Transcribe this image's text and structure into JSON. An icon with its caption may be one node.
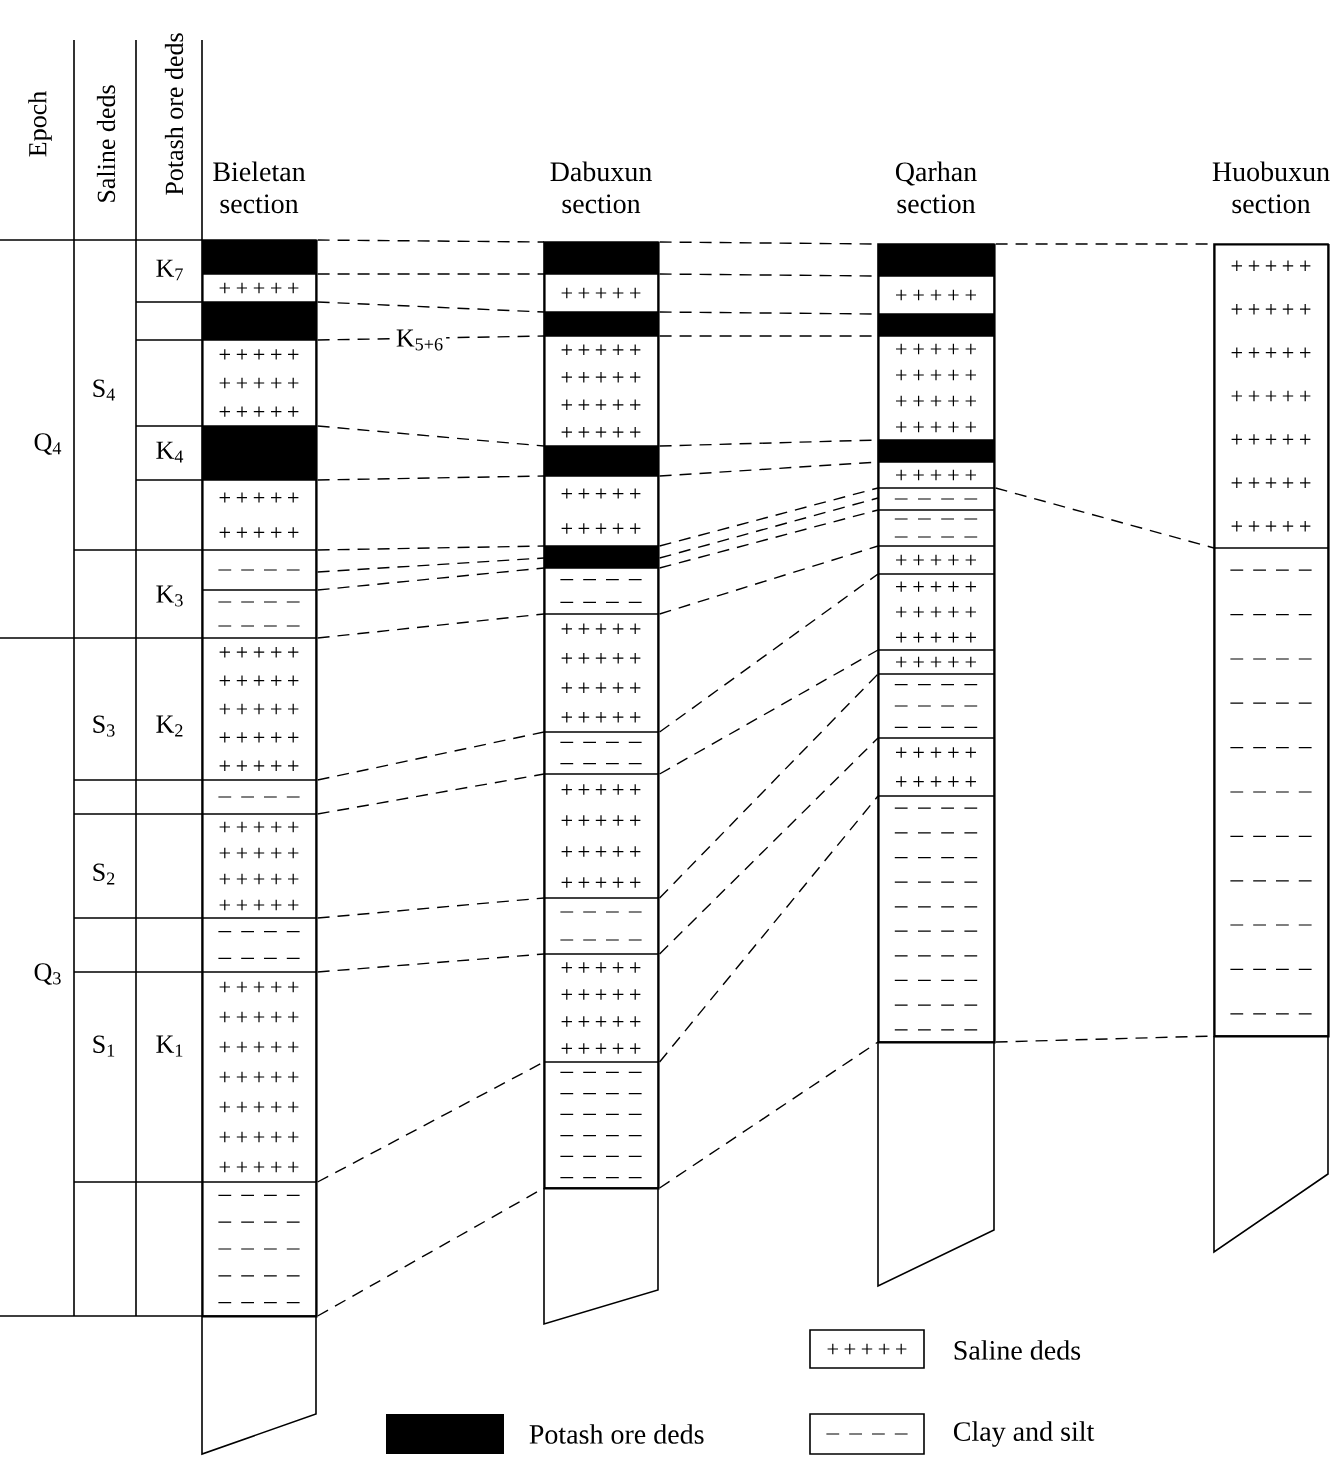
{
  "diagram": {
    "nodes": [
      {
        "text": [
          "Bieletan section"
        ]
      },
      {
        "text": [
          "Dabuxun section"
        ]
      },
      {
        "text": [
          "Qarhan section"
        ]
      },
      {
        "text": [
          "Huobuxun section"
        ]
      }
    ],
    "edges": [
      {
        "from": 0,
        "to": 1,
        "arrow": "none",
        "style": "dashed"
      },
      {
        "from": 0,
        "to": 1,
        "arrow": "none",
        "style": "dashed"
      },
      {
        "from": 0,
        "to": 1,
        "arrow": "none",
        "style": "dashed"
      },
      {
        "from": 0,
        "to": 1,
        "arrow": "none",
        "style": "dashed"
      },
      {
        "from": 0,
        "to": 1,
        "arrow": "none",
        "style": "dashed"
      },
      {
        "from": 0,
        "to": 1,
        "arrow": "none",
        "style": "dashed"
      },
      {
        "from": 0,
        "to": 1,
        "arrow": "none",
        "style": "dashed"
      },
      {
        "from": 0,
        "to": 1,
        "arrow": "none",
        "style": "dashed"
      },
      {
        "from": 0,
        "to": 1,
        "arrow": "none",
        "style": "dashed"
      },
      {
        "from": 0,
        "to": 1,
        "arrow": "none",
        "style": "dashed"
      },
      {
        "from": 0,
        "to": 1,
        "arrow": "none",
        "style": "dashed"
      },
      {
        "from": 0,
        "to": 1,
        "arrow": "none",
        "style": "dashed"
      },
      {
        "from": 0,
        "to": 1,
        "arrow": "none",
        "style": "dashed"
      },
      {
        "from": 0,
        "to": 1,
        "arrow": "none",
        "style": "dashed"
      },
      {
        "from": 0,
        "to": 1,
        "arrow": "none",
        "style": "dashed"
      },
      {
        "from": 0,
        "to": 1,
        "arrow": "none",
        "style": "dashed"
      },
      {
        "from": 1,
        "to": 2,
        "arrow": "none",
        "style": "dashed"
      },
      {
        "from": 1,
        "to": 2,
        "arrow": "none",
        "style": "dashed"
      },
      {
        "from": 1,
        "to": 2,
        "arrow": "none",
        "style": "dashed"
      },
      {
        "from": 1,
        "to": 2,
        "arrow": "none",
        "style": "dashed"
      },
      {
        "from": 1,
        "to": 2,
        "arrow": "none",
        "style": "dashed"
      },
      {
        "from": 1,
        "to": 2,
        "arrow": "none",
        "style": "dashed"
      },
      {
        "from": 1,
        "to": 2,
        "arrow": "none",
        "style": "dashed"
      },
      {
        "from": 1,
        "to": 2,
        "arrow": "none",
        "style": "dashed"
      },
      {
        "from": 1,
        "to": 2,
        "arrow": "none",
        "style": "dashed"
      },
      {
        "from": 1,
        "to": 2,
        "arrow": "none",
        "style": "dashed"
      },
      {
        "from": 1,
        "to": 2,
        "arrow": "none",
        "style": "dashed"
      },
      {
        "from": 1,
        "to": 2,
        "arrow": "none",
        "style": "dashed"
      },
      {
        "from": 1,
        "to": 2,
        "arrow": "none",
        "style": "dashed"
      },
      {
        "from": 1,
        "to": 2,
        "arrow": "none",
        "style": "dashed"
      },
      {
        "from": 1,
        "to": 2,
        "arrow": "none",
        "style": "dashed"
      },
      {
        "from": 1,
        "to": 2,
        "arrow": "none",
        "style": "dashed"
      },
      {
        "from": 2,
        "to": 3,
        "arrow": "none",
        "style": "dashed"
      },
      {
        "from": 2,
        "to": 3,
        "arrow": "none",
        "style": "dashed"
      },
      {
        "from": 2,
        "to": 3,
        "arrow": "none",
        "style": "dashed"
      }
    ],
    "labels": [
      "Epoch",
      "Saline deds",
      "Potash ore deds",
      "Q$_{4}$",
      "Q$_{3}$",
      "S$_{4}$",
      "S$_{3}$",
      "S$_{2}$",
      "S$_{1}$",
      "K$_{7}$",
      "K$_{4}$",
      "K$_{3}$",
      "K$_{2}$",
      "K$_{1}$",
      "K$_{5+6}$"
    ],
    "legend": [
      {
        "text": "Saline deds"
      },
      {
        "text": "Potash ore deds",
        "color": "#000000"
      },
      {
        "text": "Clay and silt"
      }
    ]
  }
}
